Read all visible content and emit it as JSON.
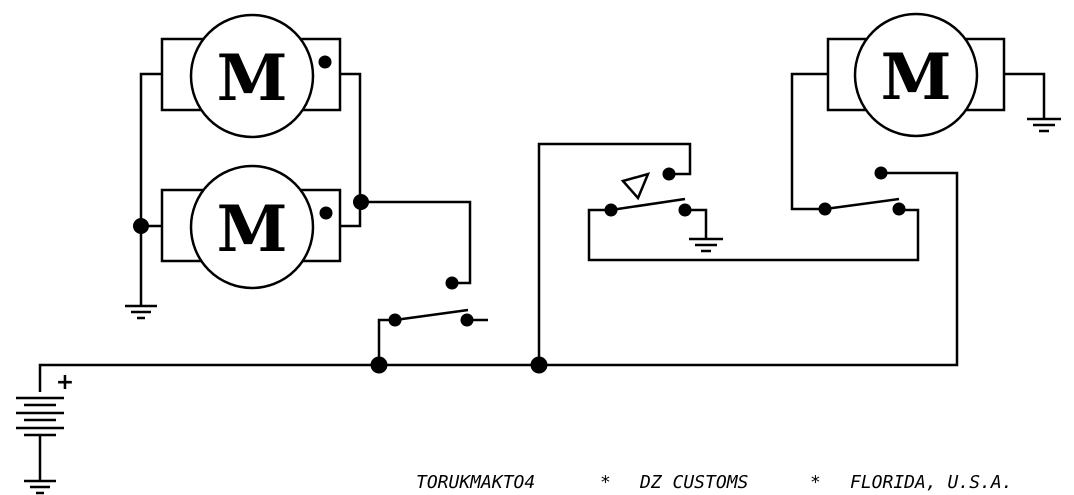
{
  "motors": {
    "m1": {
      "label": "M"
    },
    "m2": {
      "label": "M"
    },
    "m3": {
      "label": "M"
    }
  },
  "battery": {
    "polarity_label": "+"
  },
  "credit": {
    "author": "TORUKMAKTO4",
    "sep1": "*",
    "company": "DZ CUSTOMS",
    "sep2": "*",
    "location": "FLORIDA, U.S.A."
  }
}
